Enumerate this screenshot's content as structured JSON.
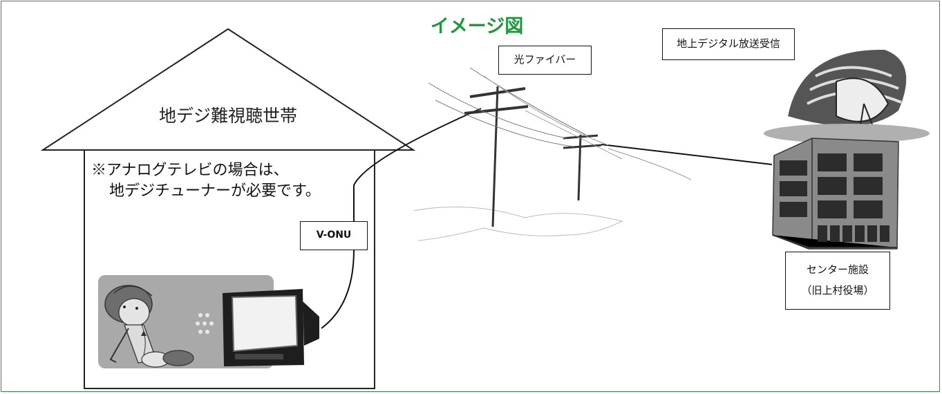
{
  "title": "イメージ図",
  "house": {
    "title": "地デジ難視聴世帯",
    "note_line1": "※アナログテレビの場合は、",
    "note_line2": "地デジチューナーが必要です。"
  },
  "labels": {
    "vonu": "V-ONU",
    "fiber": "光ファイバー",
    "broadcast": "地上デジタル放送受信",
    "center_line1": "センター施設",
    "center_line2": "（旧上村役場）"
  },
  "colors": {
    "frame": "#1a9a3a",
    "title": "#1a9a3a",
    "room_bg": "#a9a9a9",
    "building": "#7a7a7a"
  },
  "icons": [
    "house-icon",
    "person-icon",
    "tv-icon",
    "utility-pole-icon",
    "satellite-dish-icon",
    "building-icon"
  ]
}
